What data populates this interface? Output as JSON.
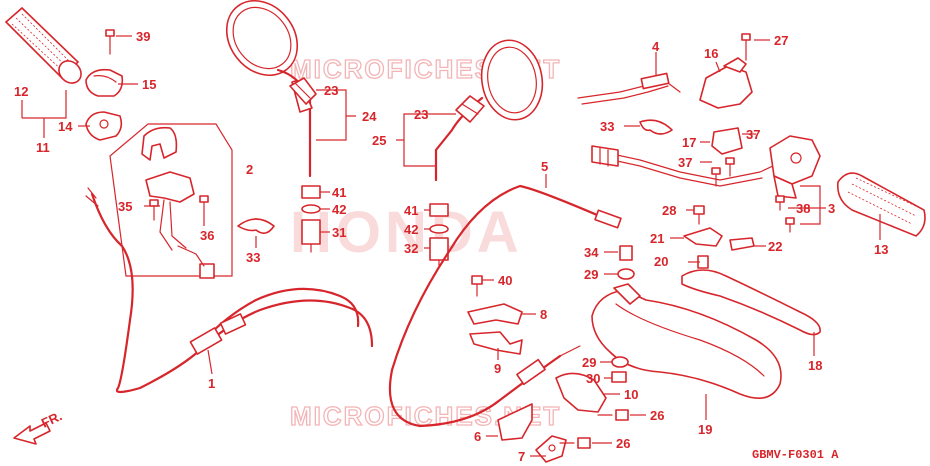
{
  "diagram": {
    "watermark_top": "MICROFICHES.NET",
    "watermark_center": "HONDA",
    "watermark_bottom": "MICROFICHES.NET",
    "diagram_code": "GBMV-F0301 A",
    "front_arrow_label": "FR."
  },
  "callouts": [
    {
      "id": "c39",
      "text": "39"
    },
    {
      "id": "c15",
      "text": "15"
    },
    {
      "id": "c12",
      "text": "12"
    },
    {
      "id": "c14",
      "text": "14"
    },
    {
      "id": "c11",
      "text": "11"
    },
    {
      "id": "c2",
      "text": "2"
    },
    {
      "id": "c35",
      "text": "35"
    },
    {
      "id": "c36",
      "text": "36"
    },
    {
      "id": "c33a",
      "text": "33"
    },
    {
      "id": "c1",
      "text": "1"
    },
    {
      "id": "c23a",
      "text": "23"
    },
    {
      "id": "c24",
      "text": "24"
    },
    {
      "id": "c41a",
      "text": "41"
    },
    {
      "id": "c42a",
      "text": "42"
    },
    {
      "id": "c31",
      "text": "31"
    },
    {
      "id": "c23b",
      "text": "23"
    },
    {
      "id": "c25",
      "text": "25"
    },
    {
      "id": "c41b",
      "text": "41"
    },
    {
      "id": "c42b",
      "text": "42"
    },
    {
      "id": "c32",
      "text": "32"
    },
    {
      "id": "c5",
      "text": "5"
    },
    {
      "id": "c40",
      "text": "40"
    },
    {
      "id": "c8",
      "text": "8"
    },
    {
      "id": "c9",
      "text": "9"
    },
    {
      "id": "c6",
      "text": "6"
    },
    {
      "id": "c7",
      "text": "7"
    },
    {
      "id": "c4",
      "text": "4"
    },
    {
      "id": "c16",
      "text": "16"
    },
    {
      "id": "c27",
      "text": "27"
    },
    {
      "id": "c33b",
      "text": "33"
    },
    {
      "id": "c17",
      "text": "17"
    },
    {
      "id": "c37a",
      "text": "37"
    },
    {
      "id": "c37b",
      "text": "37"
    },
    {
      "id": "c28",
      "text": "28"
    },
    {
      "id": "c38",
      "text": "38"
    },
    {
      "id": "c3",
      "text": "3"
    },
    {
      "id": "c13",
      "text": "13"
    },
    {
      "id": "c21",
      "text": "21"
    },
    {
      "id": "c22",
      "text": "22"
    },
    {
      "id": "c34",
      "text": "34"
    },
    {
      "id": "c20",
      "text": "20"
    },
    {
      "id": "c29a",
      "text": "29"
    },
    {
      "id": "c18",
      "text": "18"
    },
    {
      "id": "c29b",
      "text": "29"
    },
    {
      "id": "c30",
      "text": "30"
    },
    {
      "id": "c10",
      "text": "10"
    },
    {
      "id": "c26a",
      "text": "26"
    },
    {
      "id": "c26b",
      "text": "26"
    },
    {
      "id": "c19",
      "text": "19"
    }
  ]
}
